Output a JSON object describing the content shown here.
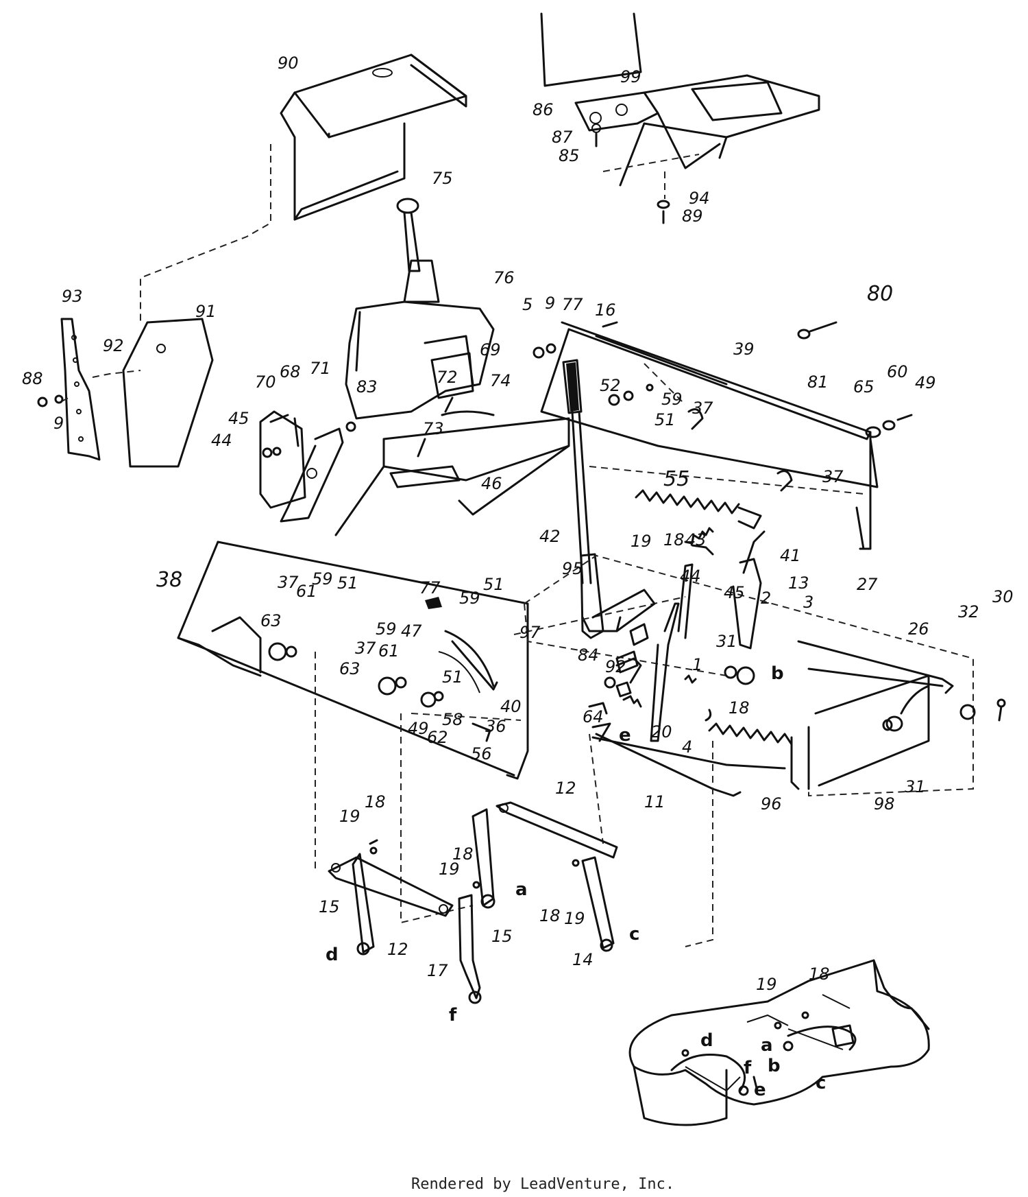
{
  "credit": "Rendered by LeadVenture, Inc.",
  "callouts": {
    "c90": "90",
    "c99": "99",
    "c86": "86",
    "c87": "87",
    "c85": "85",
    "c94": "94",
    "c89": "89",
    "c75": "75",
    "c76": "76",
    "c93": "93",
    "c91": "91",
    "c92a": "92",
    "c88": "88",
    "c9a": "9",
    "c70": "70",
    "c68": "68",
    "c71": "71",
    "c45a": "45",
    "c44a": "44",
    "c83": "83",
    "c72": "72",
    "c69": "69",
    "c74": "74",
    "c73": "73",
    "c46": "46",
    "c5": "5",
    "c9b": "9",
    "c77a": "77",
    "c16": "16",
    "c80": "80",
    "c81": "81",
    "c39": "39",
    "c65": "65",
    "c60": "60",
    "c49a": "49",
    "c52": "52",
    "c59a": "59",
    "c51a": "51",
    "c37a": "37",
    "c37b": "37",
    "c55": "55",
    "c42": "42",
    "c19a": "19",
    "c18a": "18",
    "c43": "43",
    "c41": "41",
    "c13": "13",
    "c3": "3",
    "c2": "2",
    "c45b": "45",
    "c44b": "44",
    "c95": "95",
    "c38": "38",
    "c77b": "77",
    "c59b": "59",
    "c51b": "51",
    "c63a": "63",
    "c37c": "37",
    "c61a": "61",
    "c59c": "59",
    "c51c": "51",
    "c59d": "59",
    "c47": "47",
    "c37d": "37",
    "c61b": "61",
    "c63b": "63",
    "c51d": "51",
    "c40": "40",
    "c97": "97",
    "c84": "84",
    "c92b": "92",
    "c1": "1",
    "c31a": "31",
    "c27": "27",
    "c26": "26",
    "c32": "32",
    "c30": "30",
    "c18b": "18",
    "c49b": "49",
    "c62": "62",
    "c58": "58",
    "c36": "36",
    "c56": "56",
    "c64": "64",
    "c20": "20",
    "c4": "4",
    "c98": "98",
    "c31b": "31",
    "c11": "11",
    "c96": "96",
    "c12a": "12",
    "c18c": "18",
    "c19b": "19",
    "c18d": "18",
    "c19c": "19",
    "c15a": "15",
    "c12b": "12",
    "c15b": "15",
    "c17": "17",
    "c18e": "18",
    "c19d": "19",
    "c14": "14",
    "c19e": "19",
    "c18f": "18"
  },
  "letters": {
    "a1": "a",
    "b1": "b",
    "c1": "c",
    "d1": "d",
    "e1": "e",
    "f1": "f",
    "a2": "a",
    "b2": "b",
    "c2": "c",
    "d2": "d",
    "e2": "e",
    "f2": "f"
  }
}
